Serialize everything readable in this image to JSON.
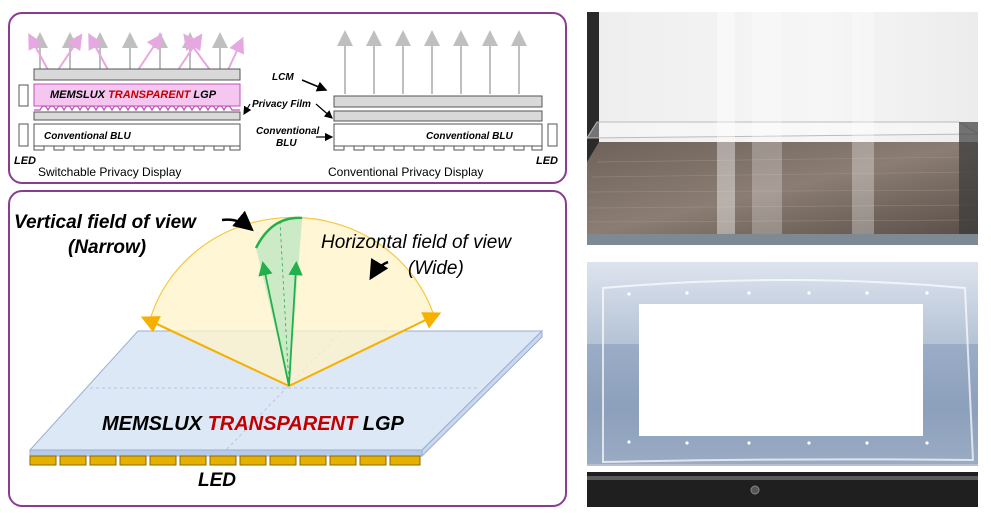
{
  "top_diagram": {
    "left_caption": "Switchable Privacy Display",
    "right_caption": "Conventional Privacy Display",
    "lgp_word1": "MEMSLUX",
    "lgp_word2": "TRANSPARENT",
    "lgp_word3": "LGP",
    "lcm_label": "LCM",
    "privacy_film_label": "Privacy Film",
    "conv_blu_center_line1": "Conventional",
    "conv_blu_center_line2": "BLU",
    "conv_blu_left": "Conventional BLU",
    "conv_blu_right": "Conventional BLU",
    "led_left": "LED",
    "led_right": "LED"
  },
  "bottom_diagram": {
    "vertical_fov_line1": "Vertical field of view",
    "vertical_fov_line2": "(Narrow)",
    "horizontal_fov_line1": "Horizontal field of view",
    "horizontal_fov_line2": "(Wide)",
    "lgp_word1": "MEMSLUX",
    "lgp_word2": "TRANSPARENT",
    "lgp_word3": "LGP",
    "led_label": "LED"
  },
  "colors": {
    "panel_border": "#8a3d8f",
    "transparent_red": "#c00000",
    "lgp_pink": "#f4c6f0",
    "fov_green": "#22b04a",
    "fov_yellow": "#f5b800",
    "lgp_blue": "#dce8f5",
    "led_yellow": "#e6b000"
  }
}
